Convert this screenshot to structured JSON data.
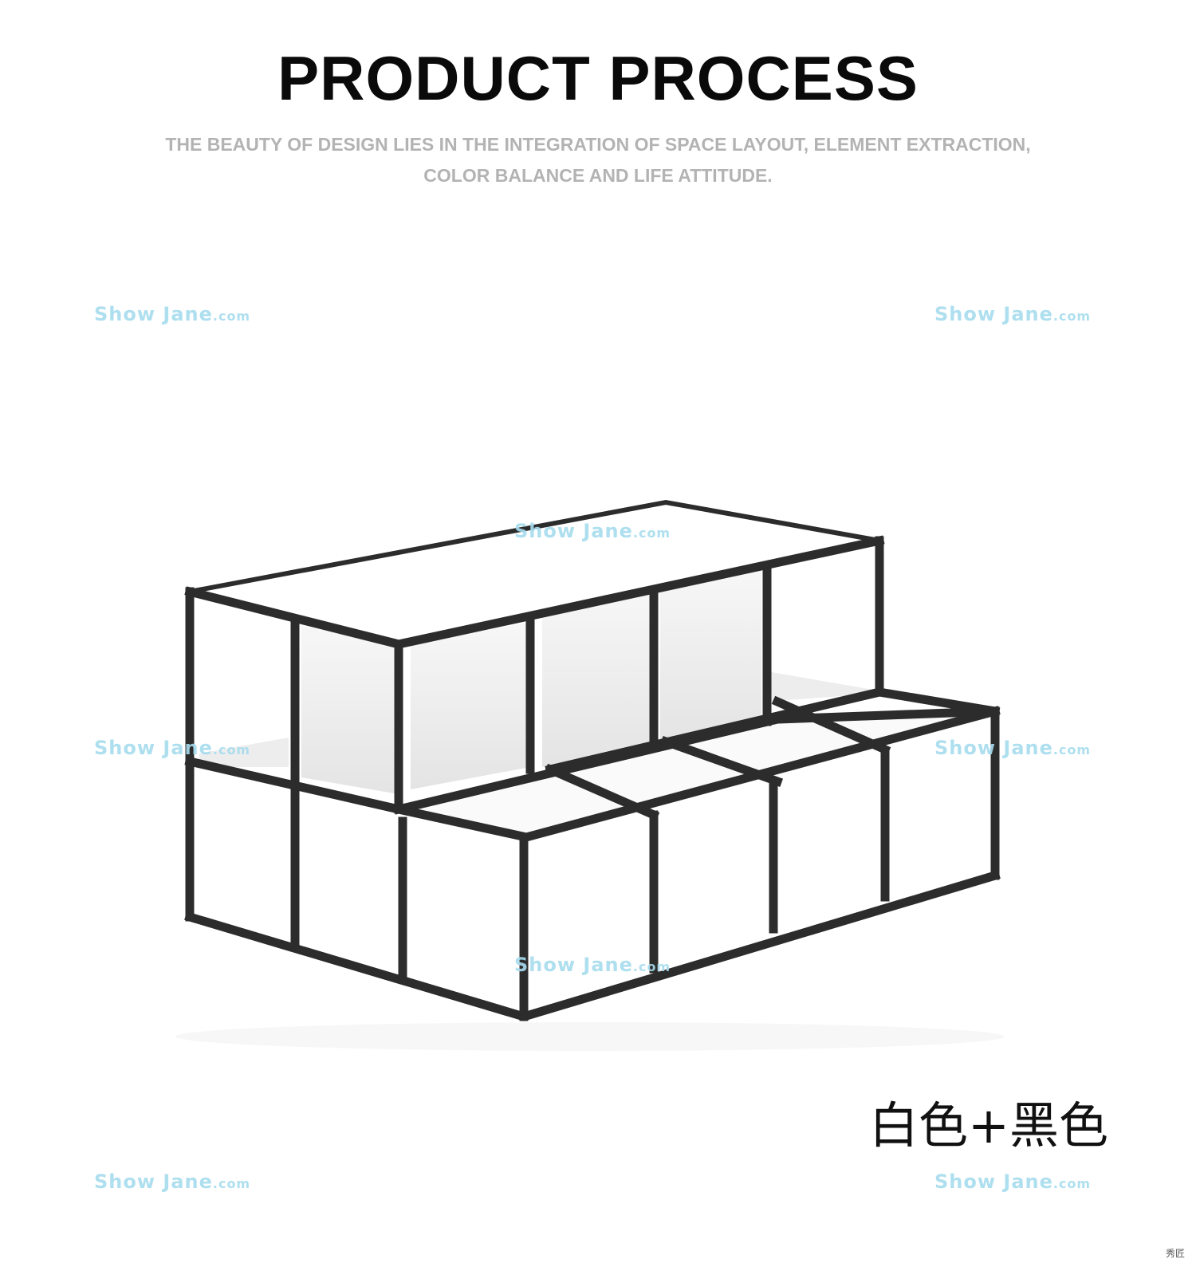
{
  "header": {
    "title": "PRODUCT PROCESS",
    "subtitle": "THE BEAUTY OF DESIGN LIES IN THE INTEGRATION OF SPACE LAYOUT, ELEMENT EXTRACTION, COLOR BALANCE AND LIFE ATTITUDE."
  },
  "product": {
    "color_label": "白色+黑色"
  },
  "watermark": {
    "name": "Show Jane",
    "domain": ".com"
  },
  "corner_mark": "秀匠",
  "colors": {
    "frame": "#2c2c2c",
    "panel": "#f3f3f3",
    "watermark": "#a6dcee",
    "subtitle": "#b3b3b3"
  }
}
